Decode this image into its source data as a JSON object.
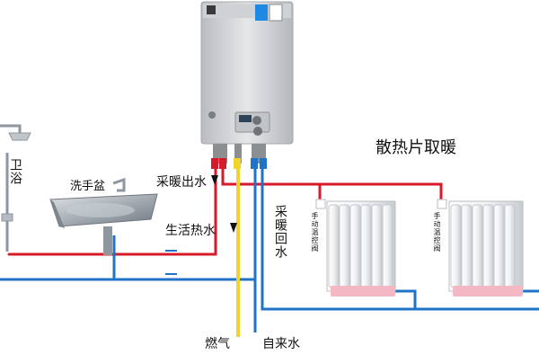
{
  "labels": {
    "heating_title": "散热片取暖",
    "bathroom": "卫浴",
    "wash_basin": "洗手盆",
    "heating_supply": "采暖出水",
    "domestic_hot": "生活热水",
    "heating_return": "采暖回水",
    "gas": "燃气",
    "tap_water": "自来水",
    "manual_valve_1": "手动温控阀",
    "manual_valve_2": "手动温控阀"
  },
  "colors": {
    "hot_pipe": "#d8192a",
    "cold_pipe": "#1f73c9",
    "gas_pipe": "#f1d52a",
    "boiler_body": "#d4d6d8",
    "radiator": "#f2f4f6",
    "radiator_base": "#f4b8c4"
  },
  "icons": [
    "boiler",
    "shower",
    "wash-basin",
    "radiator",
    "valve"
  ]
}
